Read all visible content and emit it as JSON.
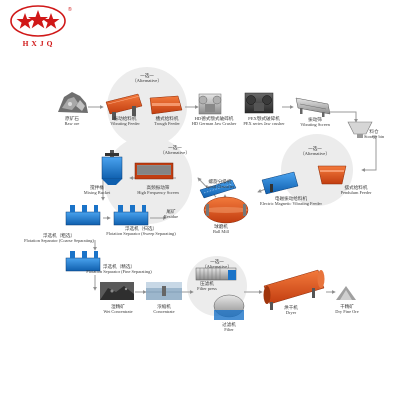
{
  "logo": {
    "text": "HXJQ",
    "registered": "®"
  },
  "choose_one": {
    "cn": "一选一",
    "en": "（Alternative）"
  },
  "nodes": {
    "raw_ore": {
      "cn": "原矿石",
      "en": "Raw ore"
    },
    "vibrating_feeder": {
      "cn": "振动给料机",
      "en": "Vibrating Feeder"
    },
    "trough_feeder": {
      "cn": "槽式给料机",
      "en": "Trough Feeder"
    },
    "hd_jaw_crusher": {
      "cn": "HD德式颚式破碎机",
      "en": "HD German Jaw Crusher"
    },
    "pex_jaw_crusher": {
      "cn": "PEX颚式破碎机",
      "en": "PEX series Jaw crusher"
    },
    "vibrating_screen": {
      "cn": "振动筛",
      "en": "Vibrating Screen"
    },
    "storage_bin": {
      "cn": "料仓",
      "en": "Storage bin"
    },
    "pendulum_feeder": {
      "cn": "摆式给料机",
      "en": "Pendulum Feeder"
    },
    "em_vibrating_feeder": {
      "cn": "电磁振动给料机",
      "en": "Electric Magnetic Vibrating Feeder"
    },
    "ball_mill": {
      "cn": "球磨机",
      "en": "Ball Mill"
    },
    "spiral_classifier": {
      "cn": "螺旋分级机",
      "en": "Spiral Classifier"
    },
    "high_freq_screen": {
      "cn": "高频振动筛",
      "en": "High Frequency Screen"
    },
    "mixing_bucket": {
      "cn": "搅拌桶",
      "en": "Mixing Bucket"
    },
    "flotation_coarse": {
      "cn": "浮选机（粗选）",
      "en": "Flotation Separator (Coarse Separating)"
    },
    "flotation_sweep": {
      "cn": "浮选机（扫选）",
      "en": "Flotation Separator (Sweep Separating)"
    },
    "residue": {
      "cn": "尾矿",
      "en": "Residue"
    },
    "flotation_fine": {
      "cn": "浮选机（精选）",
      "en": "Flotation Separator (Fine Separating)"
    },
    "wet_concentrate": {
      "cn": "湿精矿",
      "en": "Wet Concentrate"
    },
    "concentrate_tank": {
      "cn": "浓缩机",
      "en": "Concentrate"
    },
    "filter_press": {
      "cn": "压滤机",
      "en": "Filter press"
    },
    "filter": {
      "cn": "过滤机",
      "en": "Filter"
    },
    "dryer": {
      "cn": "烘干机",
      "en": "Dryer"
    },
    "dry_fine_ore": {
      "cn": "干精矿",
      "en": "Dry Fine Ore"
    }
  },
  "colors": {
    "logo_red": "#d01818",
    "arrow": "#9a9a9a",
    "bubble": "#ececec",
    "flotation_blue": "#1a73c8",
    "machine_orange": "#e0531c",
    "dryer_orange": "#d9501a"
  }
}
